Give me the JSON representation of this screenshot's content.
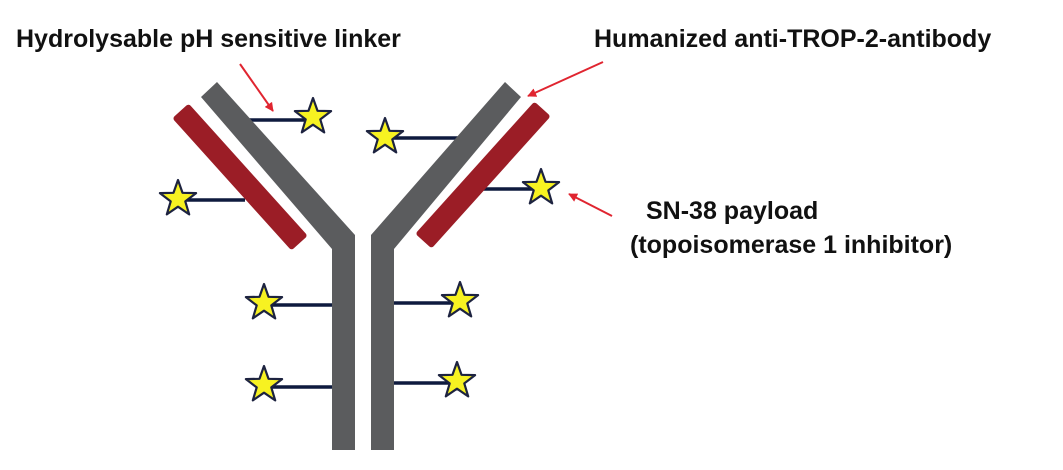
{
  "labels": {
    "linker": "Hydrolysable pH sensitive linker",
    "antibody": "Humanized anti-TROP-2-antibody",
    "payload_line1": "SN-38 payload",
    "payload_line2": "(topoisomerase 1 inhibitor)"
  },
  "colors": {
    "heavy_chain": "#5b5c5e",
    "light_chain": "#9b1d26",
    "linker": "#0e1a3e",
    "payload_star_fill": "#f7f221",
    "payload_star_stroke": "#1d2340",
    "arrow": "#e02530",
    "text": "#111111"
  },
  "icons": {
    "payload": "star-icon",
    "pointer": "arrow-icon"
  }
}
